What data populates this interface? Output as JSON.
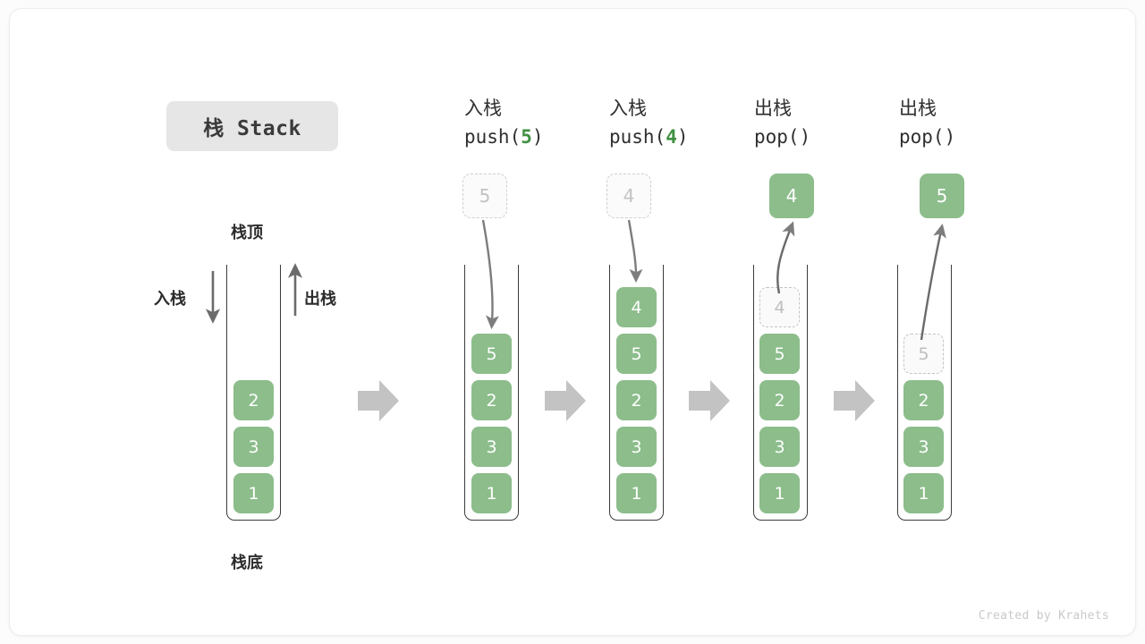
{
  "figure": {
    "title_badge": "栈 Stack",
    "credit": "Created by Krahets",
    "accent_green": "#8cbd8b",
    "arrow_gray": "#c0c0c0",
    "line_gray": "#7d7d7d",
    "ghost_gray": "#c2c2c2",
    "border_dark": "#3c3c3c"
  },
  "legend": {
    "top_label": "栈顶",
    "bottom_label": "栈底",
    "push_label": "入栈",
    "pop_label": "出栈"
  },
  "stages": [
    {
      "id": "initial",
      "header_cn": "",
      "header_code": "",
      "cells": [
        "2",
        "3",
        "1"
      ],
      "floating": null,
      "ghost_index": null
    },
    {
      "id": "push-5",
      "header_cn": "入栈",
      "header_code_prefix": "push(",
      "header_code_arg": "5",
      "header_code_suffix": ")",
      "cells": [
        "5",
        "2",
        "3",
        "1"
      ],
      "floating": {
        "value": "5",
        "style": "ghost"
      },
      "ghost_index": null
    },
    {
      "id": "push-4",
      "header_cn": "入栈",
      "header_code_prefix": "push(",
      "header_code_arg": "4",
      "header_code_suffix": ")",
      "cells": [
        "4",
        "5",
        "2",
        "3",
        "1"
      ],
      "floating": {
        "value": "4",
        "style": "ghost"
      },
      "ghost_index": null
    },
    {
      "id": "pop-4",
      "header_cn": "出栈",
      "header_code_prefix": "pop(",
      "header_code_arg": "",
      "header_code_suffix": ")",
      "cells": [
        "4",
        "5",
        "2",
        "3",
        "1"
      ],
      "floating": {
        "value": "4",
        "style": "solid"
      },
      "ghost_index": 0
    },
    {
      "id": "pop-5",
      "header_cn": "出栈",
      "header_code_prefix": "pop(",
      "header_code_arg": "",
      "header_code_suffix": ")",
      "cells": [
        "5",
        "2",
        "3",
        "1"
      ],
      "floating": {
        "value": "5",
        "style": "solid"
      },
      "ghost_index": 0
    }
  ],
  "cells": {
    "s0": [
      "2",
      "3",
      "1"
    ],
    "s1": [
      "5",
      "2",
      "3",
      "1"
    ],
    "s2": [
      "4",
      "5",
      "2",
      "3",
      "1"
    ],
    "s3": [
      "4",
      "5",
      "2",
      "3",
      "1"
    ],
    "s4": [
      "5",
      "2",
      "3",
      "1"
    ]
  },
  "headers": {
    "h1_cn": "入栈",
    "h1_pre": "push(",
    "h1_arg": "5",
    "h1_post": ")",
    "h2_cn": "入栈",
    "h2_pre": "push(",
    "h2_arg": "4",
    "h2_post": ")",
    "h3_cn": "出栈",
    "h3_pre": "pop(",
    "h3_arg": "",
    "h3_post": ")",
    "h4_cn": "出栈",
    "h4_pre": "pop(",
    "h4_arg": "",
    "h4_post": ")"
  },
  "chips": {
    "c1": "5",
    "c2": "4",
    "c3": "4",
    "c4": "5"
  }
}
